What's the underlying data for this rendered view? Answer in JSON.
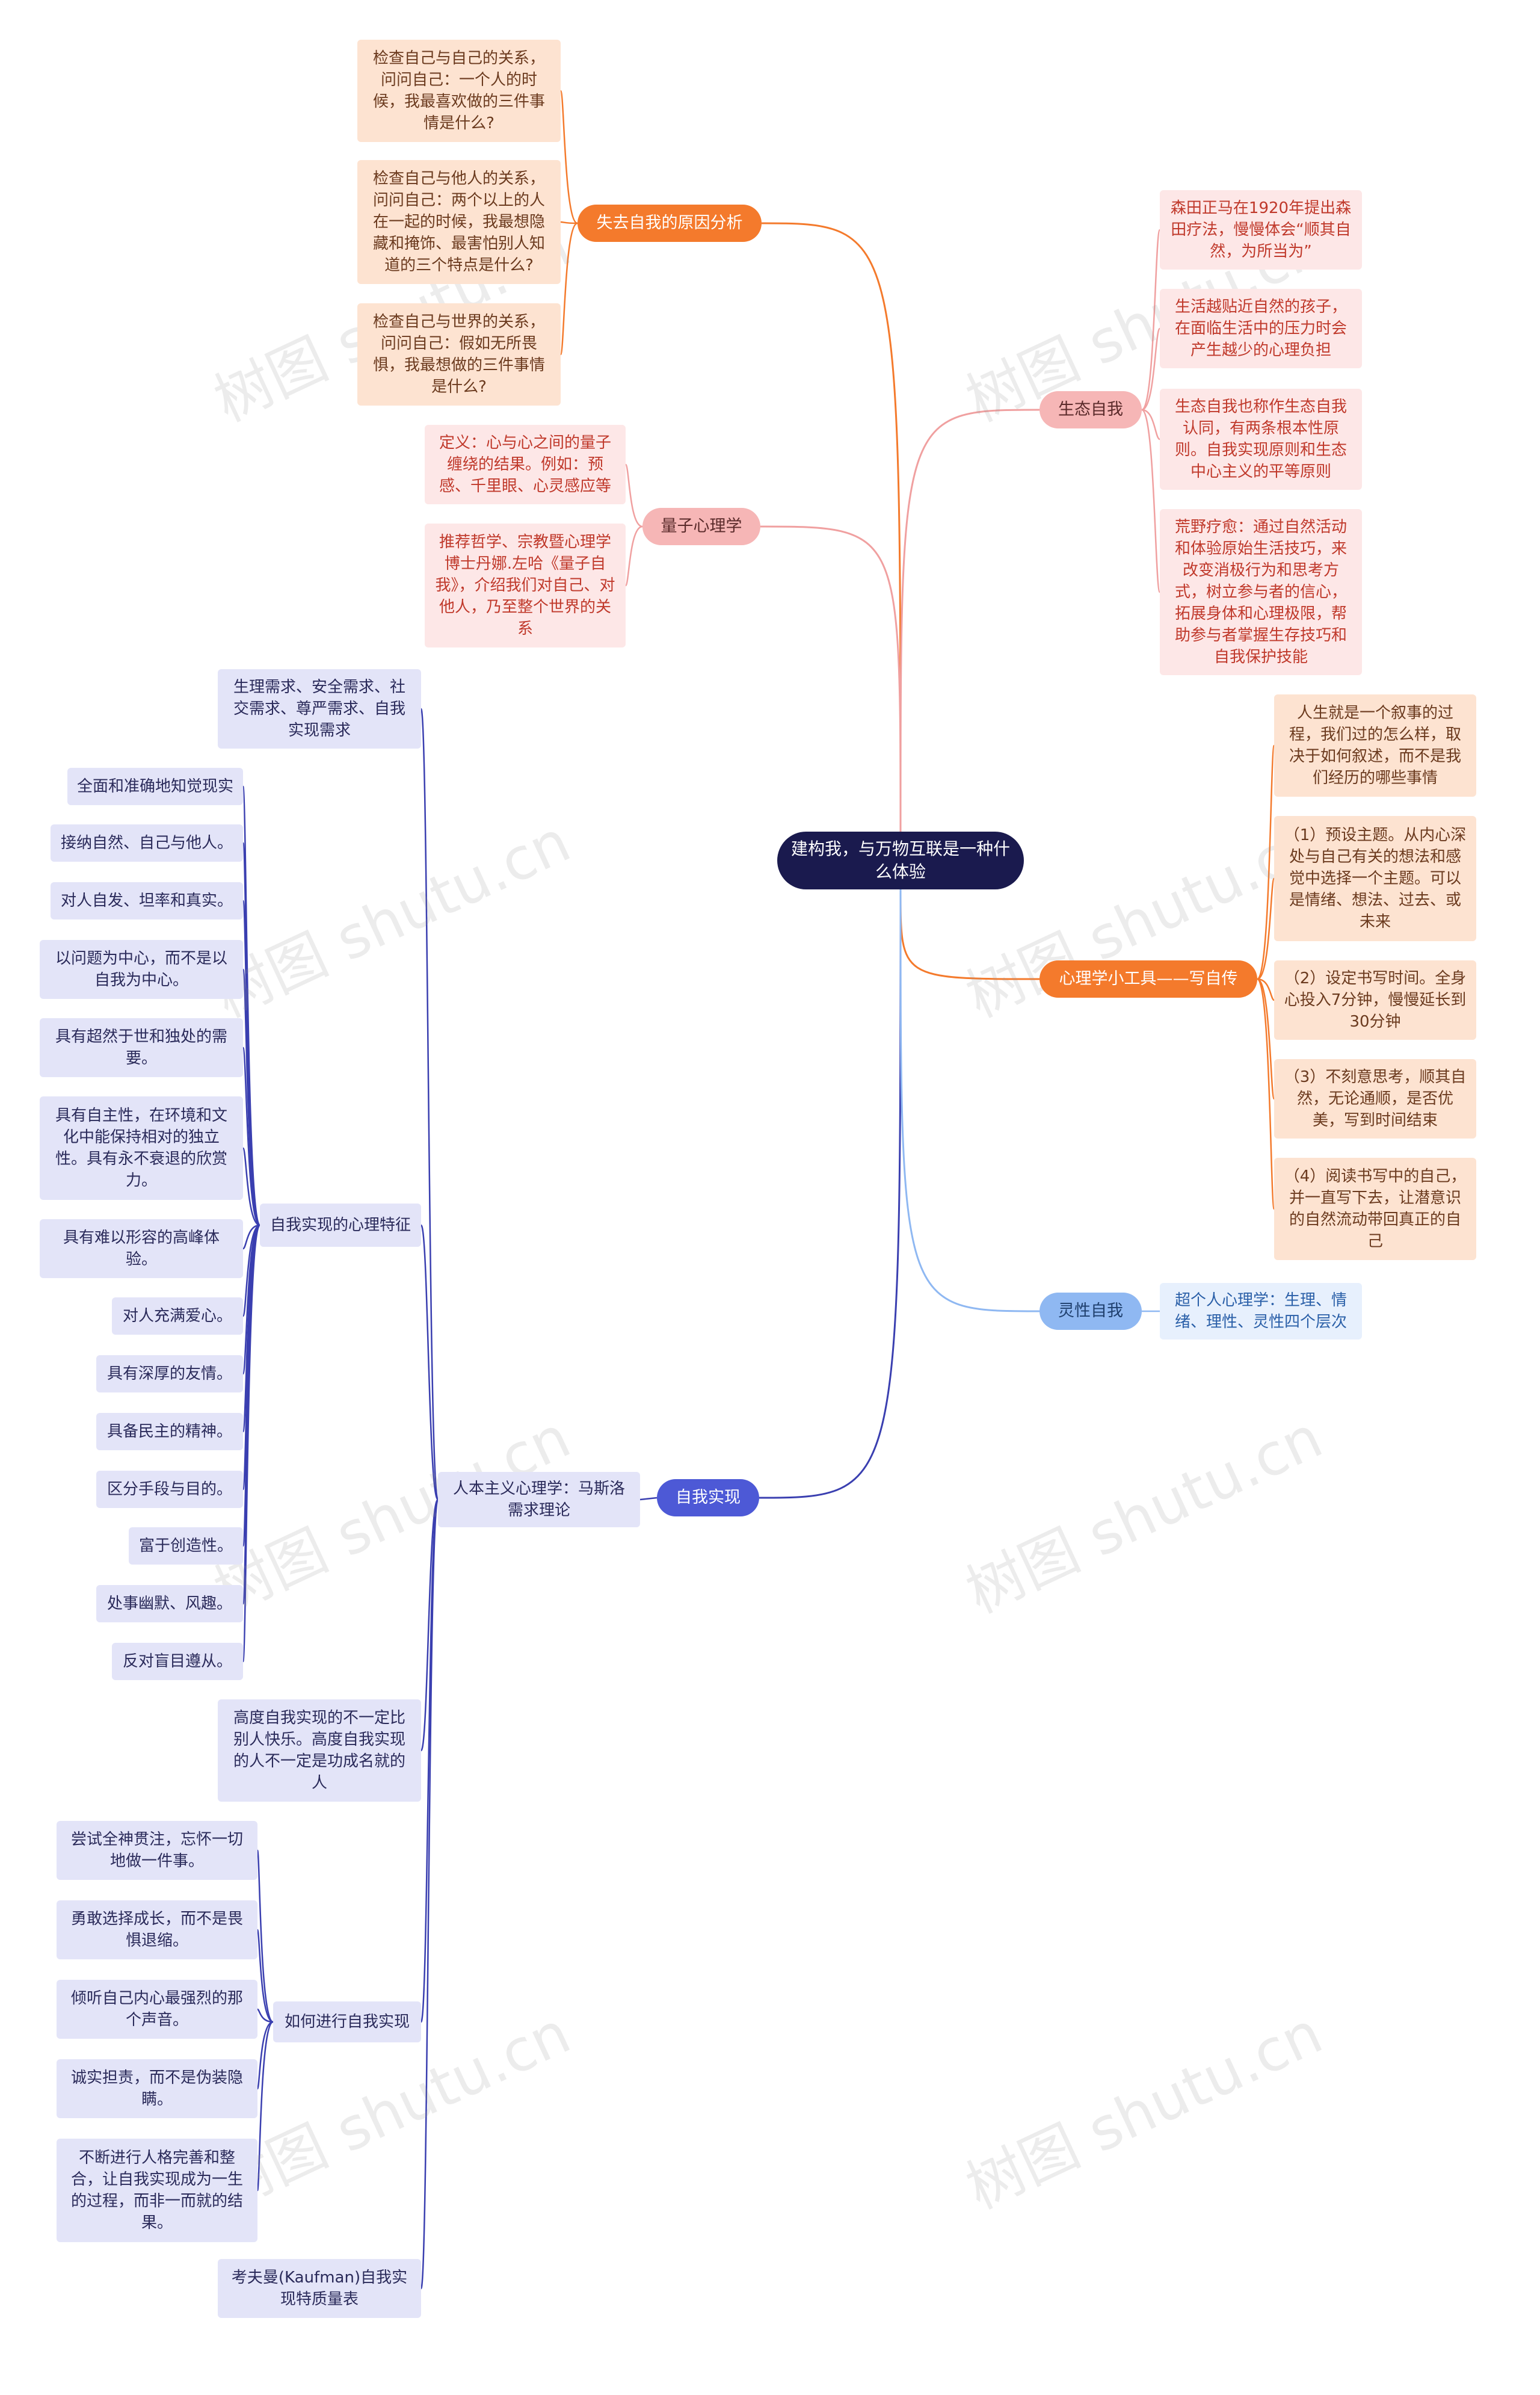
{
  "root": "建构我，与万物互联是一种什么体验",
  "watermark": "树图 shutu.cn",
  "colors": {
    "orange": "#f47a2c",
    "pink": "#f0a0a0",
    "blue": "#8fb8f2",
    "indigo": "#3a3fb0"
  },
  "branches": {
    "lost_self": {
      "label": "失去自我的原因分析",
      "items": [
        "检查自己与自己的关系，问问自己：一个人的时候，我最喜欢做的三件事情是什么?",
        "检查自己与他人的关系，问问自己：两个以上的人在一起的时候，我最想隐藏和掩饰、最害怕别人知道的三个特点是什么?",
        "检查自己与世界的关系，问问自己：假如无所畏惧，我最想做的三件事情是什么?"
      ]
    },
    "quantum": {
      "label": "量子心理学",
      "items": [
        "定义：心与心之间的量子缠绕的结果。例如：预感、千里眼、心灵感应等",
        "推荐哲学、宗教暨心理学博士丹娜.左哈《量子自我》，介绍我们对自己、对他人，乃至整个世界的关系"
      ]
    },
    "self_actualization": {
      "label": "自我实现",
      "theory": "人本主义心理学：马斯洛需求理论",
      "needs": "生理需求、安全需求、社交需求、尊严需求、自我实现需求",
      "traits_label": "自我实现的心理特征",
      "traits": [
        "全面和准确地知觉现实",
        "接纳自然、自己与他人。",
        "对人自发、坦率和真实。",
        "以问题为中心，而不是以自我为中心。",
        "具有超然于世和独处的需要。",
        "具有自主性，在环境和文化中能保持相对的独立性。具有永不衰退的欣赏力。",
        "具有难以形容的高峰体验。",
        "对人充满爱心。",
        "具有深厚的友情。",
        "具备民主的精神。",
        "区分手段与目的。",
        "富于创造性。",
        "处事幽默、风趣。",
        "反对盲目遵从。"
      ],
      "happiness": "高度自我实现的不一定比别人快乐。高度自我实现的人不一定是功成名就的人",
      "how_label": "如何进行自我实现",
      "how": [
        "尝试全神贯注，忘怀一切地做一件事。",
        "勇敢选择成长，而不是畏惧退缩。",
        "倾听自己内心最强烈的那个声音。",
        "诚实担责，而不是伪装隐瞒。",
        "不断进行人格完善和整合，让自我实现成为一生的过程，而非一而就的结果。"
      ],
      "kaufman": "考夫曼(Kaufman)自我实现特质量表"
    },
    "eco_self": {
      "label": "生态自我",
      "items": [
        "森田正马在1920年提出森田疗法，慢慢体会“顺其自然，为所当为”",
        "生活越贴近自然的孩子，在面临生活中的压力时会产生越少的心理负担",
        "生态自我也称作生态自我认同，有两条根本性原则。自我实现原则和生态中心主义的平等原则",
        "荒野疗愈：通过自然活动和体验原始生活技巧，来改变消极行为和思考方式，树立参与者的信心，拓展身体和心理极限，帮助参与者掌握生存技巧和自我保护技能"
      ]
    },
    "writing": {
      "label": "心理学小工具——写自传",
      "items": [
        "人生就是一个叙事的过程，我们过的怎么样，取决于如何叙述，而不是我们经历的哪些事情",
        "（1）预设主题。从内心深处与自己有关的想法和感觉中选择一个主题。可以是情绪、想法、过去、或未来",
        "（2）设定书写时间。全身心投入7分钟，慢慢延长到30分钟",
        "（3）不刻意思考，顺其自然，无论通顺，是否优美，写到时间结束",
        "（4）阅读书写中的自己，并一直写下去，让潜意识的自然流动带回真正的自己"
      ]
    },
    "spiritual": {
      "label": "灵性自我",
      "items": [
        "超个人心理学：生理、情绪、理性、灵性四个层次"
      ]
    }
  }
}
